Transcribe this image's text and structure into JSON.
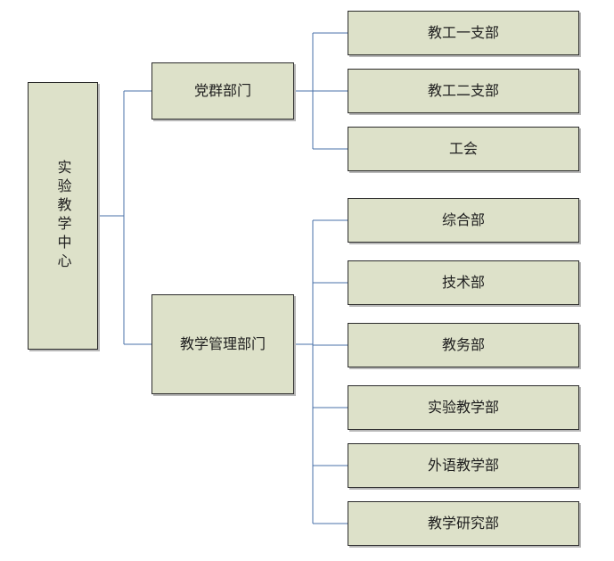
{
  "colors": {
    "box_fill": "#dde1c9",
    "box_border": "#2b2b2b",
    "connector": "#4a72a8"
  },
  "root": {
    "label": "实验教学中心"
  },
  "branches": [
    {
      "label": "党群部门",
      "children": [
        "教工一支部",
        "教工二支部",
        "工会"
      ]
    },
    {
      "label": "教学管理部门",
      "children": [
        "综合部",
        "技术部",
        "教务部",
        "实验教学部",
        "外语教学部",
        "教学研究部"
      ]
    }
  ]
}
